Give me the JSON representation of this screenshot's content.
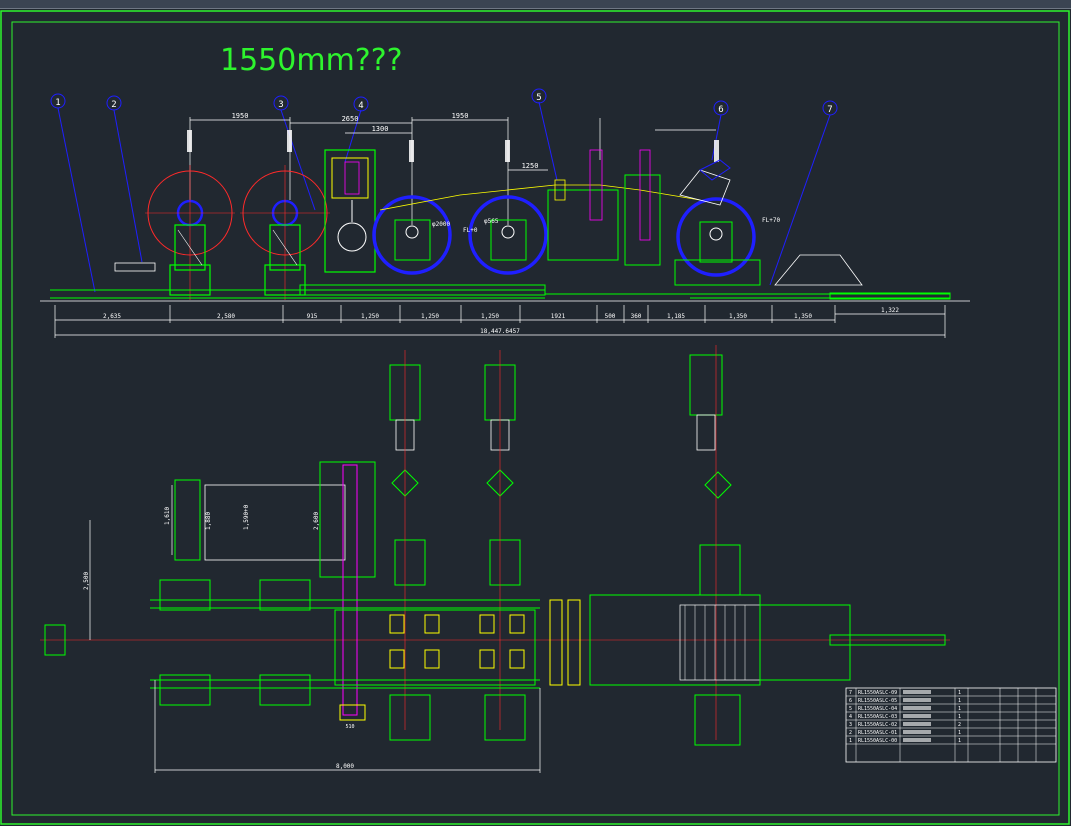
{
  "drawing": {
    "title": "1550mm???",
    "balloons": [
      "1",
      "2",
      "3",
      "4",
      "5",
      "6",
      "7"
    ],
    "top_dims": [
      "1950",
      "2650",
      "1300",
      "1950",
      "1250"
    ],
    "callouts": [
      "φ2000",
      "φ565",
      "FL+70",
      "FL+0"
    ],
    "bottom_dims": [
      "2,635",
      "2,580",
      "915",
      "1,250",
      "1,250",
      "1,250",
      "1921",
      "500",
      "360",
      "1,185",
      "1,350",
      "1,350",
      "1,322"
    ],
    "total_length": "18,447.6457",
    "plan_dims": {
      "w1": "1,610",
      "w2": "1,880",
      "w3": "1,590+0",
      "w4": "2,600",
      "w5": "2,500",
      "total_w": "8,000",
      "small": "510"
    },
    "bom": {
      "rows": [
        {
          "no": "7",
          "code": "RL1550ASLC-09",
          "qty": "1"
        },
        {
          "no": "6",
          "code": "RL1550ASLC-05",
          "qty": "1"
        },
        {
          "no": "5",
          "code": "RL1550ASLC-04",
          "qty": "1"
        },
        {
          "no": "4",
          "code": "RL1550ASLC-03",
          "qty": "1"
        },
        {
          "no": "3",
          "code": "RL1550ASLC-02",
          "qty": "2"
        },
        {
          "no": "2",
          "code": "RL1550ASLC-01",
          "qty": "1"
        },
        {
          "no": "1",
          "code": "RL1550ASLC-00",
          "qty": "1"
        }
      ]
    }
  },
  "colors": {
    "bg": "#212830",
    "frame": "#2ef42e",
    "machine": "#00ff00",
    "blue": "#1f1fff",
    "red": "#ff2a2a",
    "yellow": "#ffff00",
    "white": "#ffffff",
    "magenta": "#ff00ff",
    "cyan": "#00ffff"
  }
}
